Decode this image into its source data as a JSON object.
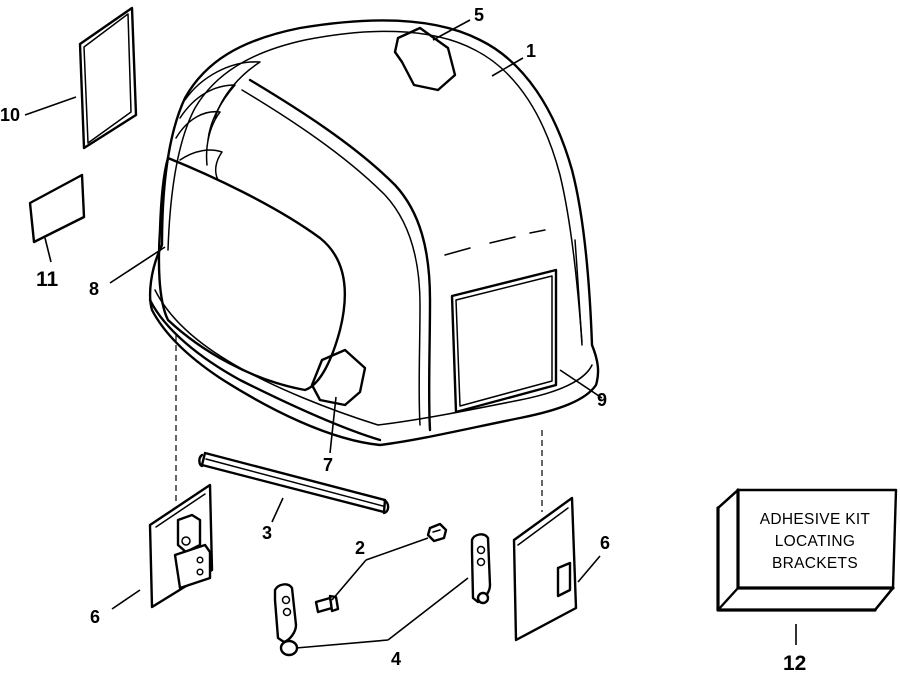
{
  "callouts": {
    "c1": "1",
    "c2": "2",
    "c3": "3",
    "c4": "4",
    "c5": "5",
    "c6_left": "6",
    "c6_right": "6",
    "c7": "7",
    "c8": "8",
    "c9": "9",
    "c10": "10",
    "c11": "11",
    "c12": "12"
  },
  "kit_box": {
    "line1": "ADHESIVE KIT",
    "line2": "LOCATING",
    "line3": "BRACKETS"
  },
  "colors": {
    "line": "#000000",
    "background": "#ffffff",
    "texture": "#000000"
  }
}
